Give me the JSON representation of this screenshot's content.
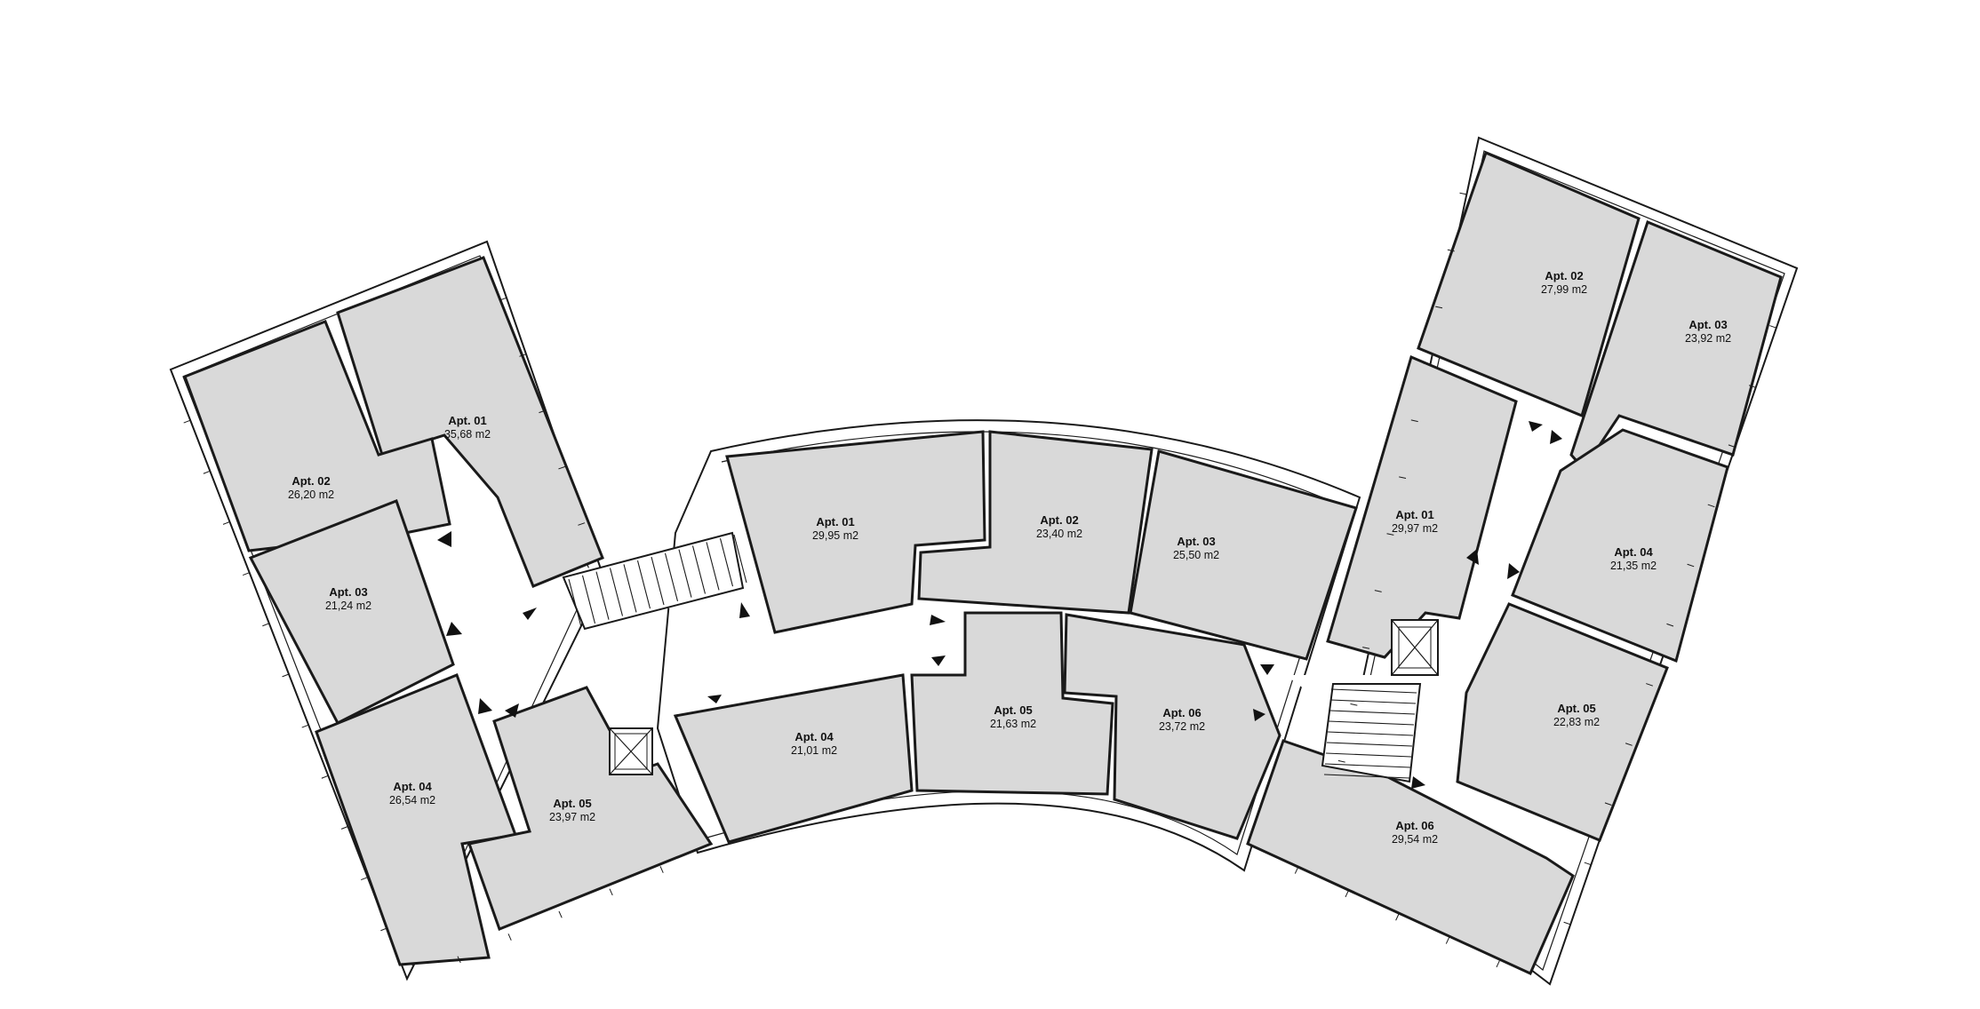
{
  "plan": {
    "wings": [
      {
        "id": "left",
        "apartments": [
          {
            "name": "Apt. 01",
            "area": "35,68 m2"
          },
          {
            "name": "Apt. 02",
            "area": "26,20 m2"
          },
          {
            "name": "Apt. 03",
            "area": "21,24 m2"
          },
          {
            "name": "Apt. 04",
            "area": "26,54 m2"
          },
          {
            "name": "Apt. 05",
            "area": "23,97 m2"
          }
        ]
      },
      {
        "id": "center",
        "apartments": [
          {
            "name": "Apt. 01",
            "area": "29,95 m2"
          },
          {
            "name": "Apt. 02",
            "area": "23,40 m2"
          },
          {
            "name": "Apt. 03",
            "area": "25,50 m2"
          },
          {
            "name": "Apt. 04",
            "area": "21,01 m2"
          },
          {
            "name": "Apt. 05",
            "area": "21,63 m2"
          },
          {
            "name": "Apt. 06",
            "area": "23,72 m2"
          }
        ]
      },
      {
        "id": "right",
        "apartments": [
          {
            "name": "Apt. 01",
            "area": "29,97 m2"
          },
          {
            "name": "Apt. 02",
            "area": "27,99 m2"
          },
          {
            "name": "Apt. 03",
            "area": "23,92 m2"
          },
          {
            "name": "Apt. 04",
            "area": "21,35 m2"
          },
          {
            "name": "Apt. 05",
            "area": "22,83 m2"
          },
          {
            "name": "Apt. 06",
            "area": "29,54 m2"
          }
        ]
      }
    ],
    "colors": {
      "apartment_fill": "#d9d9d9",
      "wall_stroke": "#1a1a1a",
      "background": "#ffffff"
    }
  }
}
